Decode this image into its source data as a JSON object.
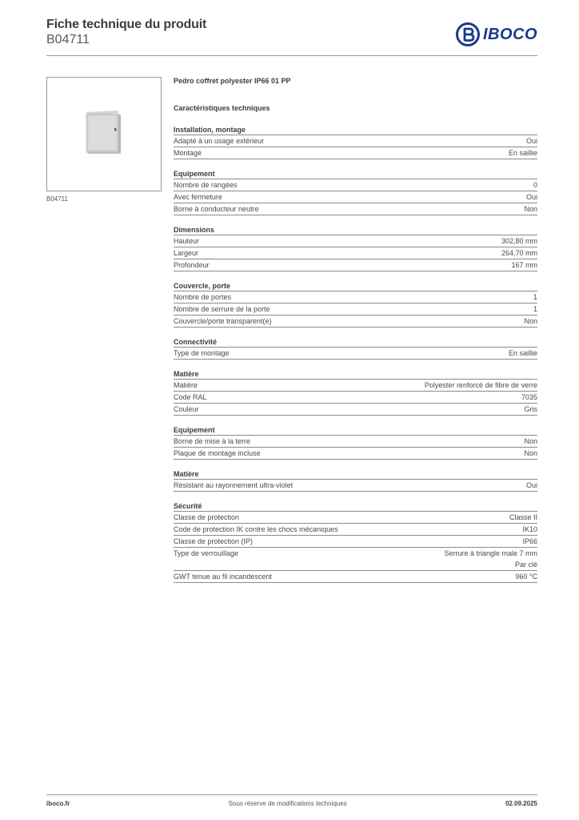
{
  "header": {
    "title": "Fiche technique du produit",
    "code": "B04711",
    "logo_text": "IBOCO",
    "brand_color": "#1a3a8a"
  },
  "image": {
    "caption": "B04711"
  },
  "product": {
    "name": "Pedro coffret polyester IP66 01 PP",
    "section_title": "Caractéristiques techniques"
  },
  "groups": [
    {
      "title": "Installation, montage",
      "rows": [
        {
          "label": "Adapté à un usage extérieur",
          "value": "Oui"
        },
        {
          "label": "Montage",
          "value": "En saillie"
        }
      ]
    },
    {
      "title": "Equipement",
      "rows": [
        {
          "label": "Nombre de rangées",
          "value": "0"
        },
        {
          "label": "Avec fermeture",
          "value": "Oui"
        },
        {
          "label": "Borne à conducteur neutre",
          "value": "Non"
        }
      ]
    },
    {
      "title": "Dimensions",
      "rows": [
        {
          "label": "Hauteur",
          "value": "302,80 mm"
        },
        {
          "label": "Largeur",
          "value": "264,70 mm"
        },
        {
          "label": "Profondeur",
          "value": "167 mm"
        }
      ]
    },
    {
      "title": "Couvercle, porte",
      "rows": [
        {
          "label": "Nombre de portes",
          "value": "1"
        },
        {
          "label": "Nombre de serrure de la porte",
          "value": "1"
        },
        {
          "label": "Couvercle/porte transparent(e)",
          "value": "Non"
        }
      ]
    },
    {
      "title": "Connectivité",
      "rows": [
        {
          "label": "Type de montage",
          "value": "En saillie"
        }
      ]
    },
    {
      "title": "Matière",
      "rows": [
        {
          "label": "Matière",
          "value": "Polyester renforcé de fibre de verre"
        },
        {
          "label": "Code RAL",
          "value": "7035"
        },
        {
          "label": "Couleur",
          "value": "Gris"
        }
      ]
    },
    {
      "title": "Equipement",
      "rows": [
        {
          "label": "Borne de mise à la terre",
          "value": "Non"
        },
        {
          "label": "Plaque de montage incluse",
          "value": "Non"
        }
      ]
    },
    {
      "title": "Matière",
      "rows": [
        {
          "label": "Résistant au rayonnement ultra-violet",
          "value": "Oui"
        }
      ]
    },
    {
      "title": "Sécurité",
      "rows": [
        {
          "label": "Classe de protection",
          "value": "Classe II"
        },
        {
          "label": "Code de protection IK contre les chocs mécaniques",
          "value": "IK10"
        },
        {
          "label": "Classe de protection (IP)",
          "value": "IP66"
        },
        {
          "label": "Type de verrouillage",
          "value": "Serrure à triangle male 7 mm",
          "value2": "Par clé"
        },
        {
          "label": "GWT tenue au fil incandescent",
          "value": "960 °C"
        }
      ]
    }
  ],
  "footer": {
    "left": "iboco.fr",
    "center": "Sous réserve de modifications techniques",
    "right": "02.09.2025"
  }
}
